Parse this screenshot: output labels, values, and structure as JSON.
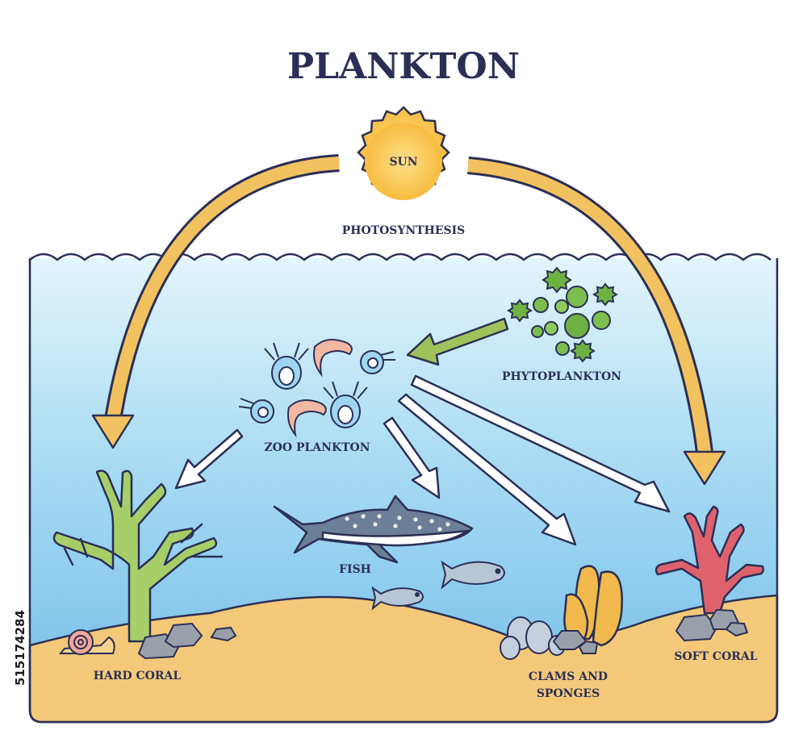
{
  "title": "PLANKTON",
  "labels": {
    "sun": "SUN",
    "photosynthesis": "PHOTOSYNTHESIS",
    "phytoplankton": "PHYTOPLANKTON",
    "zooplankton": "ZOO PLANKTON",
    "fish": "FISH",
    "hard_coral": "HARD CORAL",
    "clams_sponges_line1": "CLAMS AND",
    "clams_sponges_line2": "SPONGES",
    "soft_coral": "SOFT CORAL"
  },
  "watermark_id": "515174284",
  "colors": {
    "ink": "#2b2f55",
    "sun": "#f7b733",
    "sun_arrow": "#f3c260",
    "phyto_arrow": "#9fc25a",
    "water_top": "#d6f0fb",
    "water_bottom": "#7cc1ea",
    "sand": "#f4c97a",
    "hard_coral": "#a6cf6a",
    "soft_coral": "#e0616e"
  }
}
